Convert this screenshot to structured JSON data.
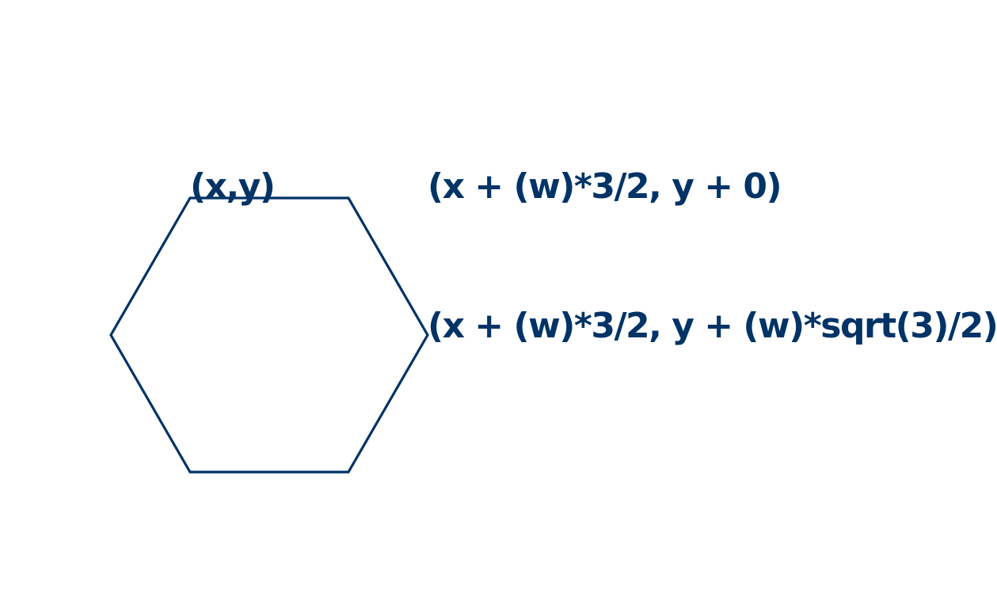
{
  "diagram": {
    "labels": {
      "origin": "(x,y)",
      "top_right": "(x + (w)*3/2, y + 0)",
      "right": "(x + (w)*3/2, y + (w)*sqrt(3)/2)"
    },
    "colors": {
      "stroke": "#003366",
      "text": "#003366",
      "background": "#ffffff"
    }
  }
}
